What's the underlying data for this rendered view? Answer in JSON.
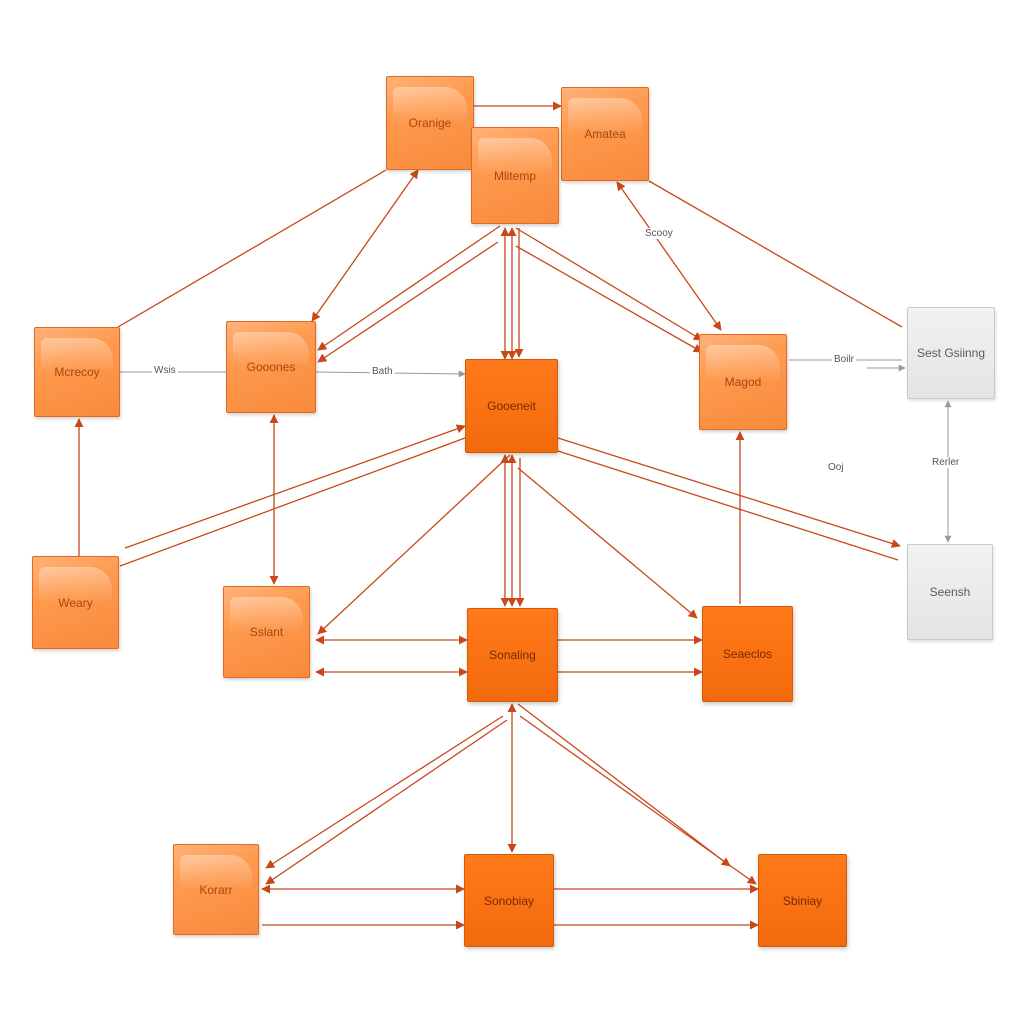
{
  "colors": {
    "edge": "#c8481a",
    "edge_grey": "#9a9a9a",
    "node_light": "#ff9a4e",
    "node_solid": "#f36a0c",
    "node_grey": "#e6e6e6"
  },
  "nodes": [
    {
      "id": "n1",
      "label": "Oranige",
      "style": "light"
    },
    {
      "id": "n2",
      "label": "Amatea",
      "style": "light"
    },
    {
      "id": "n3",
      "label": "Mlitemp",
      "style": "light"
    },
    {
      "id": "n4",
      "label": "Mcrecoy",
      "style": "light"
    },
    {
      "id": "n5",
      "label": "Gooones",
      "style": "light"
    },
    {
      "id": "n6",
      "label": "Gooeneit",
      "style": "solid"
    },
    {
      "id": "n7",
      "label": "Magod",
      "style": "light"
    },
    {
      "id": "n8",
      "label": "Sest Gsiinng",
      "style": "grey"
    },
    {
      "id": "n9",
      "label": "Weary",
      "style": "light"
    },
    {
      "id": "n10",
      "label": "Sslant",
      "style": "light"
    },
    {
      "id": "n11",
      "label": "Sonaling",
      "style": "solid"
    },
    {
      "id": "n12",
      "label": "Seaeclos",
      "style": "solid"
    },
    {
      "id": "n13",
      "label": "Seensh",
      "style": "grey"
    },
    {
      "id": "n14",
      "label": "Korarr",
      "style": "light"
    },
    {
      "id": "n15",
      "label": "Sonobiay",
      "style": "solid"
    },
    {
      "id": "n16",
      "label": "Sbiniay",
      "style": "solid"
    }
  ],
  "edge_labels": [
    {
      "id": "l1",
      "text": "Scooy"
    },
    {
      "id": "l2",
      "text": "Wsis"
    },
    {
      "id": "l3",
      "text": "Bath"
    },
    {
      "id": "l4",
      "text": "Boilr"
    },
    {
      "id": "l5",
      "text": "Ooj"
    },
    {
      "id": "l6",
      "text": "Rerler"
    }
  ]
}
